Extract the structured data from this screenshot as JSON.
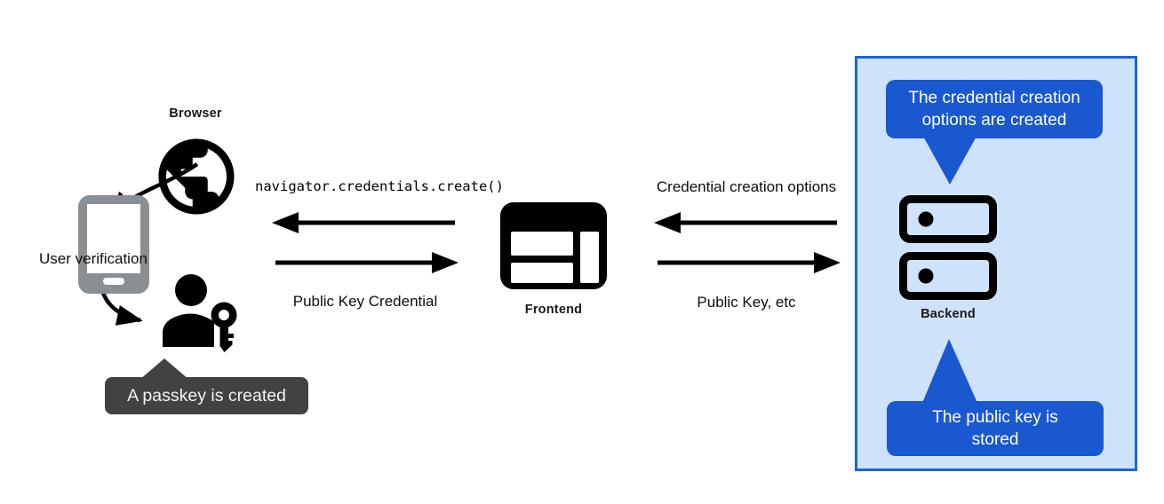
{
  "nodes": {
    "browser": {
      "label": "Browser",
      "icon": "globe-icon"
    },
    "user_verification": {
      "label": "User verification",
      "icon": "smartphone-icon"
    },
    "passkey_user": {
      "icon": "person-key-icon"
    },
    "frontend": {
      "label": "Frontend",
      "icon": "browser-window-icon"
    },
    "backend": {
      "label": "Backend",
      "icon": "server-stack-icon"
    }
  },
  "flows": {
    "create_call": "navigator.credentials.create()",
    "public_key_credential": "Public Key Credential",
    "credential_creation_options": "Credential creation options",
    "public_key_etc": "Public Key, etc"
  },
  "callouts": {
    "passkey_created": "A passkey is created",
    "options_created": "The credential creation options are created",
    "public_key_stored": "The public key is stored"
  },
  "colors": {
    "panel_background": "#cfe2fc",
    "panel_border": "#1765dd",
    "callout_blue": "#1a58cf",
    "tooltip_gray": "#424242",
    "phone_gray": "#8a8f94",
    "ink": "#000000"
  }
}
